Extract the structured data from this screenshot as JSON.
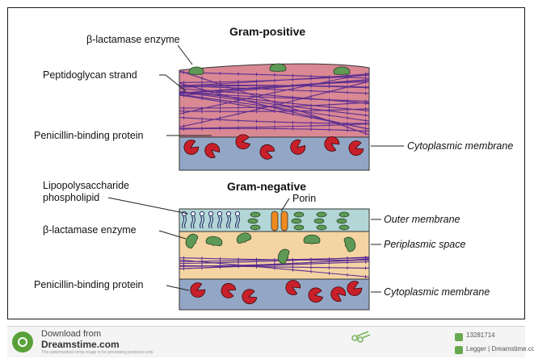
{
  "diagram": {
    "gram_positive": {
      "title": "Gram-positive",
      "labels": {
        "beta_lactamase": "β-lactamase enzyme",
        "peptidoglycan": "Peptidoglycan strand",
        "pbp": "Penicillin-binding protein",
        "cytoplasmic_membrane": "Cytoplasmic membrane"
      }
    },
    "gram_negative": {
      "title": "Gram-negative",
      "labels": {
        "lps_line1": "Lipopolysaccharide",
        "lps_line2": "phospholipid",
        "porin": "Porin",
        "beta_lactamase": "β-lactamase enzyme",
        "outer_membrane": "Outer membrane",
        "periplasmic_space": "Periplasmic space",
        "pbp": "Penicillin-binding protein",
        "cytoplasmic_membrane": "Cytoplasmic membrane"
      }
    },
    "colors": {
      "peptidoglycan": "#d98894",
      "peptidoglycan_strand": "#5a2d91",
      "cytoplasm": "#94a6c6",
      "outer_membrane": "#b3d6d6",
      "periplasm": "#f5d4a3",
      "enzyme_green": "#5e9a56",
      "pbp_red": "#c8202a"
    }
  },
  "footer": {
    "download_from": "Download from",
    "site": "Dreamstime.com",
    "note": "This watermarked comp image is for previewing purposes only.",
    "image_id": "13281714",
    "credit": "Legger | Dreamstime.com"
  }
}
